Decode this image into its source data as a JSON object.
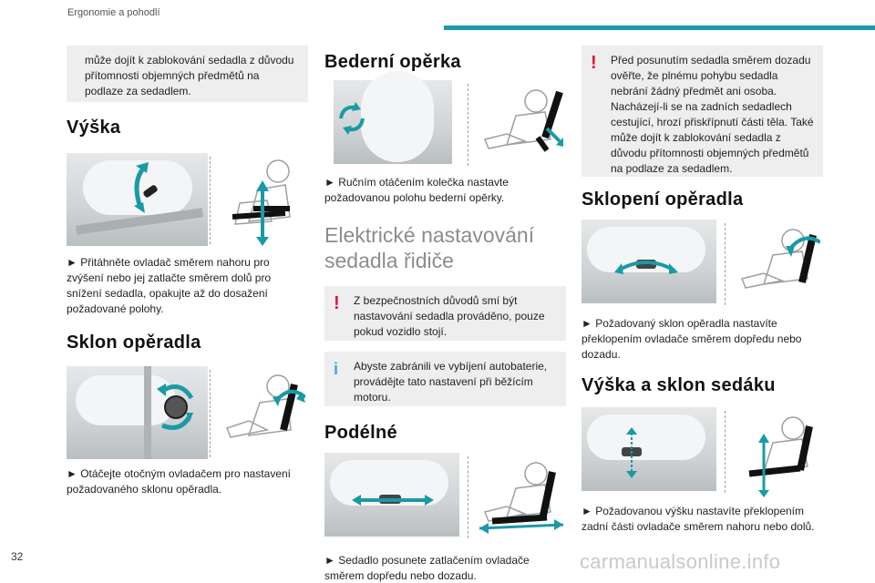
{
  "header": {
    "section_title": "Ergonomie a pohodlí"
  },
  "footer": {
    "page_number": "32",
    "watermark": "carmanualsonline.info"
  },
  "col1": {
    "box_text": "může dojít k zablokování sedadla z důvodu přítomnosti objemných předmětů na podlaze za sedadlem.",
    "vyska": {
      "heading": "Výška",
      "text": "► Přitáhněte ovladač směrem nahoru pro zvýšení nebo jej zatlačte směrem dolů pro snížení sedadla, opakujte až do dosažení požadované polohy."
    },
    "sklon": {
      "heading": "Sklon opěradla",
      "text": "► Otáčejte otočným ovladačem pro nastavení požadovaného sklonu opěradla."
    }
  },
  "col2": {
    "bederni": {
      "heading": "Bederní opěrka",
      "text": "► Ručním otáčením kolečka nastavte požadovanou polohu bederní opěrky."
    },
    "elektricke_heading": "Elektrické nastavování sedadla řidiče",
    "warning": {
      "icon": "!",
      "text": "Z bezpečnostních důvodů smí být nastavování sedadla prováděno, pouze pokud vozidlo stojí."
    },
    "info": {
      "icon": "i",
      "text": "Abyste zabránili ve vybíjení autobaterie, provádějte tato nastavení při běžícím motoru."
    },
    "podelne": {
      "heading": "Podélné",
      "text": "► Sedadlo posunete zatlačením ovladače směrem dopředu nebo dozadu."
    }
  },
  "col3": {
    "warning": {
      "icon": "!",
      "text": "Před posunutím sedadla směrem dozadu ověřte, že plnému pohybu sedadla nebrání žádný předmět ani osoba. Nacházejí-li se na zadních sedadlech cestující, hrozí přiskřípnutí části těla. Také může dojít k zablokování sedadla z důvodu přítomnosti objemných předmětů na podlaze za sedadlem."
    },
    "sklopeni": {
      "heading": "Sklopení opěradla",
      "text": "► Požadovaný sklon opěradla nastavíte překlopením ovladače směrem dopředu nebo dozadu."
    },
    "vyska_sklon": {
      "heading": "Výška a sklon sedáku",
      "text": "► Požadovanou výšku nastavíte překlopením zadní části ovladače směrem nahoru nebo dolů."
    }
  },
  "colors": {
    "accent": "#1a9aa6",
    "warning": "#e0143c",
    "info": "#3fa9d6",
    "box_bg": "#eeeeee"
  },
  "icons": [
    "warning-icon",
    "info-icon",
    "seat-height-diagram",
    "seat-recline-diagram",
    "lumbar-diagram",
    "seat-slide-diagram",
    "backrest-tilt-diagram",
    "cushion-tilt-diagram"
  ]
}
